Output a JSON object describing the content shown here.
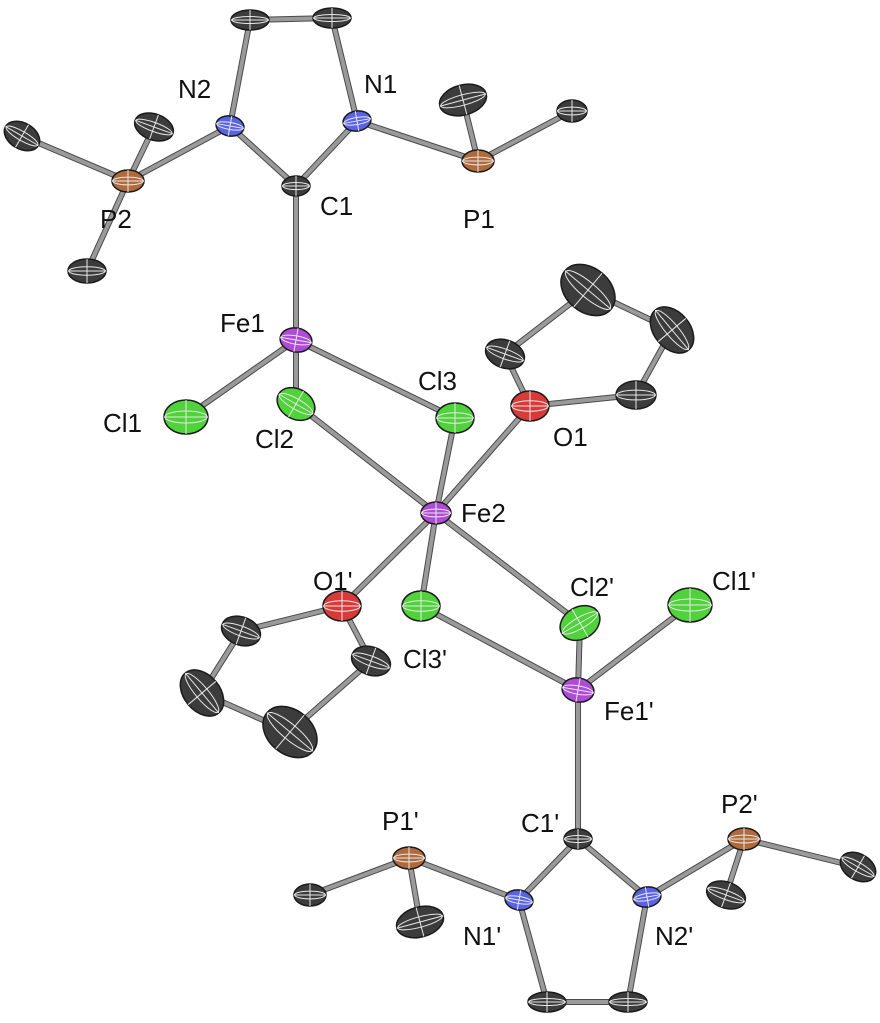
{
  "colors": {
    "C": "#3c3c3c",
    "N": "#5a62e6",
    "P": "#b06a3c",
    "Fe": "#b04ad8",
    "Cl": "#4fd23a",
    "O": "#d83a3a",
    "bond": "#9a9a9a"
  },
  "labels": {
    "N2": "N2",
    "N1": "N1",
    "C1": "C1",
    "P2": "P2",
    "P1": "P1",
    "Fe1": "Fe1",
    "Cl3": "Cl3",
    "Cl1": "Cl1",
    "Cl2": "Cl2",
    "O1": "O1",
    "Fe2": "Fe2",
    "O1p": "O1'",
    "Cl2p": "Cl2'",
    "Cl1p": "Cl1'",
    "Cl3p": "Cl3'",
    "Fe1p": "Fe1'",
    "P1p": "P1'",
    "C1p": "C1'",
    "P2p": "P2'",
    "N1p": "N1'",
    "N2p": "N2'"
  }
}
